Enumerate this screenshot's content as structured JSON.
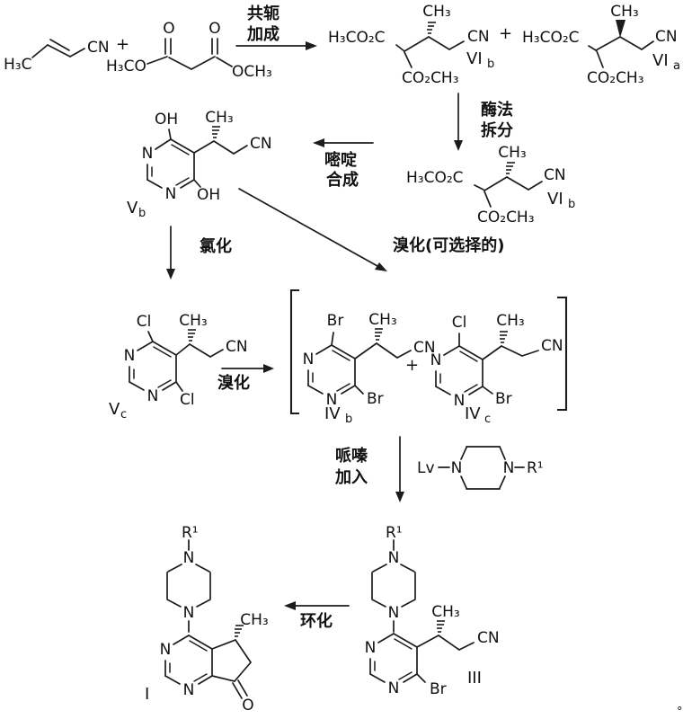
{
  "colors": {
    "ink": "#1c1c1c",
    "background": "#ffffff"
  },
  "labels": {
    "plus": "+",
    "degree_mark": "°"
  },
  "steps": {
    "conjugate_addition_line1": "共轭",
    "conjugate_addition_line2": "加成",
    "enzymatic_resolution_line1": "酶法",
    "enzymatic_resolution_line2": "拆分",
    "pyrimidine_synthesis_line1": "嘧啶",
    "pyrimidine_synthesis_line2": "合成",
    "chlorination": "氯化",
    "bromination_optional": "溴化(可选择的)",
    "bromination": "溴化",
    "piperazine_addition_line1": "哌嗪",
    "piperazine_addition_line2": "加入",
    "cyclization": "环化"
  },
  "compounds": {
    "crotononitrile": {
      "methyl": "H₃C",
      "nitrile": "CN"
    },
    "malonate": {
      "methoxy_left": "H₃CO",
      "o_left": "O",
      "o_right": "O",
      "methoxy_right": "OCH₃"
    },
    "vib_top": {
      "ester_left": "H₃CO₂C",
      "methyl": "CH₃",
      "nitrile": "CN",
      "ester_bottom": "CO₂CH₃",
      "id": "VI",
      "id_sub": "b"
    },
    "via": {
      "ester_left": "H₃CO₂C",
      "methyl": "CH₃",
      "nitrile": "CN",
      "ester_bottom": "CO₂CH₃",
      "id": "VI",
      "id_sub": "a"
    },
    "vib_resolved": {
      "ester_left": "H₃CO₂C",
      "methyl": "CH₃",
      "nitrile": "CN",
      "ester_bottom": "CO₂CH₃",
      "id": "VI",
      "id_sub": "b"
    },
    "vb": {
      "oh_top": "OH",
      "oh_bottom": "OH",
      "methyl": "CH₃",
      "nitrile": "CN",
      "n1": "N",
      "n3": "N",
      "id": "V",
      "id_sub": "b"
    },
    "vc": {
      "cl_top": "Cl",
      "cl_bottom": "Cl",
      "methyl": "CH₃",
      "nitrile": "CN",
      "n1": "N",
      "n3": "N",
      "id": "V",
      "id_sub": "c"
    },
    "ivb": {
      "br_top": "Br",
      "br_bottom": "Br",
      "methyl": "CH₃",
      "nitrile": "CN",
      "n1": "N",
      "n3": "N",
      "id": "IV",
      "id_sub": "b"
    },
    "ivc": {
      "cl_top": "Cl",
      "br_bottom": "Br",
      "methyl": "CH₃",
      "nitrile": "CN",
      "n1": "N",
      "n3": "N",
      "id": "IV",
      "id_sub": "c"
    },
    "piperazine_reagent": {
      "lv": "Lv",
      "n_left": "N",
      "n_right": "N",
      "r1": "R¹"
    },
    "iii": {
      "r1": "R¹",
      "n_pip_top": "N",
      "n_pip_bottom": "N",
      "n1": "N",
      "n3": "N",
      "methyl": "CH₃",
      "nitrile": "CN",
      "br": "Br",
      "id": "III"
    },
    "i": {
      "r1": "R¹",
      "n_pip_top": "N",
      "n_pip_bottom": "N",
      "n1": "N",
      "n3": "N",
      "methyl": "CH₃",
      "o": "O",
      "id": "I"
    }
  }
}
